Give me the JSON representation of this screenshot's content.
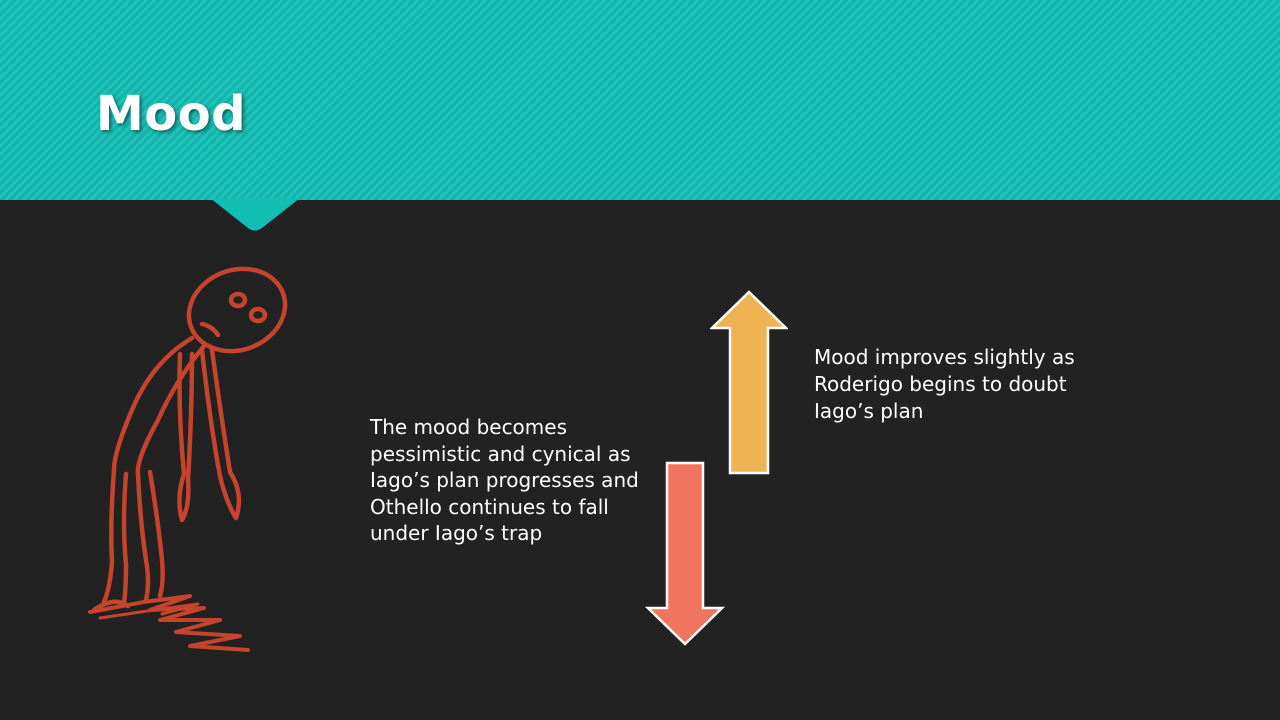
{
  "slide": {
    "title": "Mood",
    "left_text": "The mood becomes pessimistic and cynical as Iago’s plan progresses and Othello continues to fall under Iago’s trap",
    "right_text": "Mood improves slightly as Roderigo begins to doubt Iago’s plan"
  },
  "colors": {
    "banner": "#12bdb3",
    "background": "#222222",
    "figure_stroke": "#c6432c",
    "arrow_up": "#efb353",
    "arrow_down": "#f07561",
    "text": "#ffffff"
  },
  "icons": {
    "figure": "sad-stick-figure-icon",
    "up": "arrow-up-icon",
    "down": "arrow-down-icon"
  }
}
